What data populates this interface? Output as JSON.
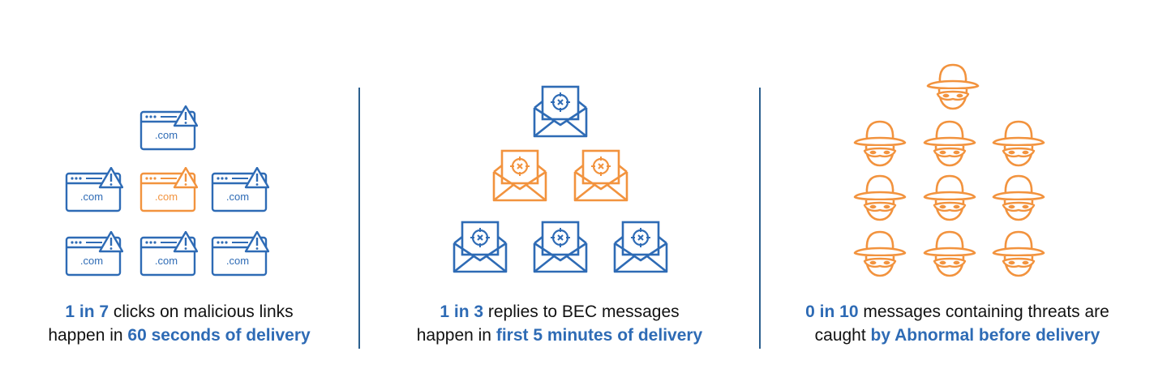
{
  "colors": {
    "blue": "#2e6bb5",
    "orange": "#f2933e",
    "divider": "#2b5f8e"
  },
  "panel1": {
    "icon_label": ".com",
    "icons": [
      {
        "name": "browser-warning-icon",
        "color": "blue"
      },
      {
        "name": "browser-warning-icon",
        "color": "blue"
      },
      {
        "name": "browser-warning-icon",
        "color": "orange"
      },
      {
        "name": "browser-warning-icon",
        "color": "blue"
      },
      {
        "name": "browser-warning-icon",
        "color": "blue"
      },
      {
        "name": "browser-warning-icon",
        "color": "blue"
      },
      {
        "name": "browser-warning-icon",
        "color": "blue"
      }
    ],
    "caption": {
      "line1_highlight": "1 in 7",
      "line1_text": " clicks on malicious links",
      "line2_text": "happen in ",
      "line2_highlight": "60 seconds of delivery"
    }
  },
  "panel2": {
    "icons": [
      {
        "name": "envelope-target-icon",
        "color": "blue"
      },
      {
        "name": "envelope-target-icon",
        "color": "orange"
      },
      {
        "name": "envelope-target-icon",
        "color": "orange"
      },
      {
        "name": "envelope-target-icon",
        "color": "blue"
      },
      {
        "name": "envelope-target-icon",
        "color": "blue"
      },
      {
        "name": "envelope-target-icon",
        "color": "blue"
      }
    ],
    "caption": {
      "line1_highlight": "1 in 3",
      "line1_text": " replies to BEC messages",
      "line2_text": "happen in ",
      "line2_highlight": "first 5 minutes of delivery"
    }
  },
  "panel3": {
    "icons": [
      {
        "name": "hacker-icon",
        "color": "orange"
      },
      {
        "name": "hacker-icon",
        "color": "orange"
      },
      {
        "name": "hacker-icon",
        "color": "orange"
      },
      {
        "name": "hacker-icon",
        "color": "orange"
      },
      {
        "name": "hacker-icon",
        "color": "orange"
      },
      {
        "name": "hacker-icon",
        "color": "orange"
      },
      {
        "name": "hacker-icon",
        "color": "orange"
      },
      {
        "name": "hacker-icon",
        "color": "orange"
      },
      {
        "name": "hacker-icon",
        "color": "orange"
      },
      {
        "name": "hacker-icon",
        "color": "orange"
      }
    ],
    "caption": {
      "line1_highlight": "0 in 10",
      "line1_text": " messages containing threats are",
      "line2_text": "caught ",
      "line2_highlight": "by Abnormal before delivery"
    }
  }
}
